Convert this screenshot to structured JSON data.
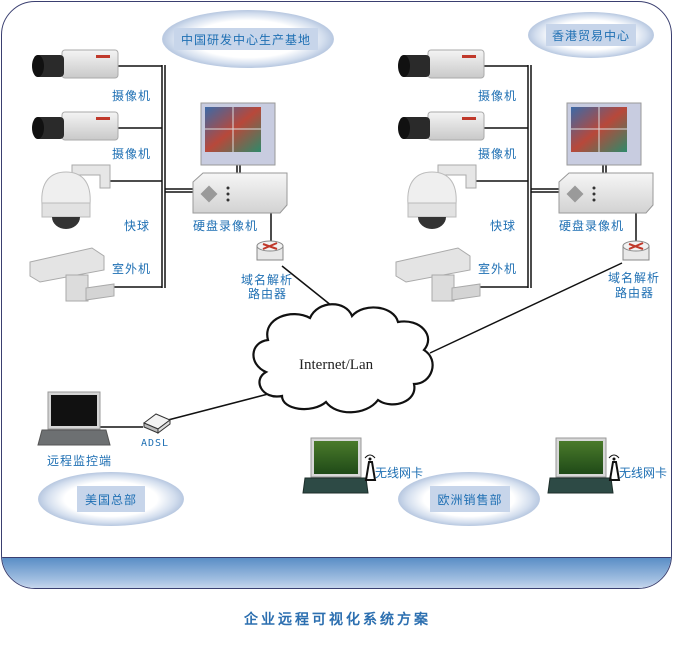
{
  "sites": {
    "china": "中国研发中心生产基地",
    "hongkong": "香港贸易中心",
    "usa": "美国总部",
    "europe": "欧洲销售部"
  },
  "devices": {
    "camera": "摄像机",
    "speed_dome": "快球",
    "outdoor_camera": "室外机",
    "dvr": "硬盘录像机",
    "router_line1": "域名解析",
    "router_line2": "路由器",
    "remote_client": "远程监控端",
    "adsl": "ADSL",
    "wireless_card": "无线网卡"
  },
  "network": {
    "cloud_label": "Internet/Lan"
  },
  "caption": "企业远程可视化系统方案",
  "colors": {
    "label": "#1e6fb3",
    "frame": "#3a3f70",
    "band": "#5a8ec6"
  }
}
